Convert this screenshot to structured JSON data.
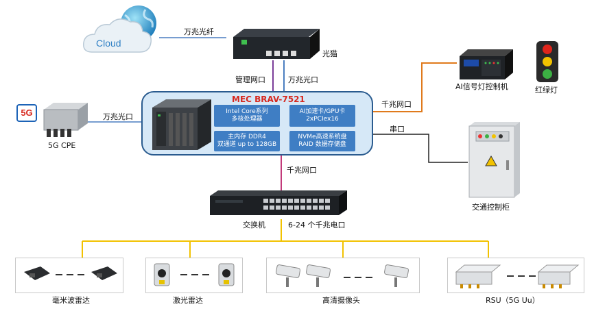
{
  "diagram": {
    "cloud_label": "Cloud",
    "link_fiber": "万兆光纤",
    "modem_label": "光猫",
    "mgmt_port": "管理网口",
    "fiber_port_top": "万兆光口",
    "mec": {
      "title": "MEC BRAV-7521",
      "cpu": "Intel Core系列\n多核处理器",
      "ai": "AI加速卡/GPU卡\n2xPCIex16",
      "memory": "主内存 DDR4\n双通道 up to 128GB",
      "storage": "NVMe高速系统盘\nRAID 数据存储盘"
    },
    "cpe_port": "万兆光口",
    "cpe_label": "5G  CPE",
    "badge_5g": "5G",
    "gige_port_right": "千兆网口",
    "signal_controller": "AI信号灯控制机",
    "traffic_light": "红绿灯",
    "serial_port": "串口",
    "traffic_cabinet": "交通控制柜",
    "gige_port_bottom": "千兆网口",
    "switch_label": "交换机",
    "switch_ports": "6-24 个千兆电口",
    "devices": [
      "毫米波雷达",
      "激光雷达",
      "高清摄像头",
      "RSU（5G Uu）"
    ]
  },
  "colors": {
    "mec_fill": "#d6e8f7",
    "mec_border": "#2a5b8f",
    "spec_box": "#3f7ec4",
    "line_orange": "#e07a1c",
    "line_purple": "#7a3d98",
    "line_blue": "#4a7dc0",
    "line_pink": "#c23a7a",
    "line_yellow": "#f2c200",
    "title_red": "#d7281e"
  }
}
